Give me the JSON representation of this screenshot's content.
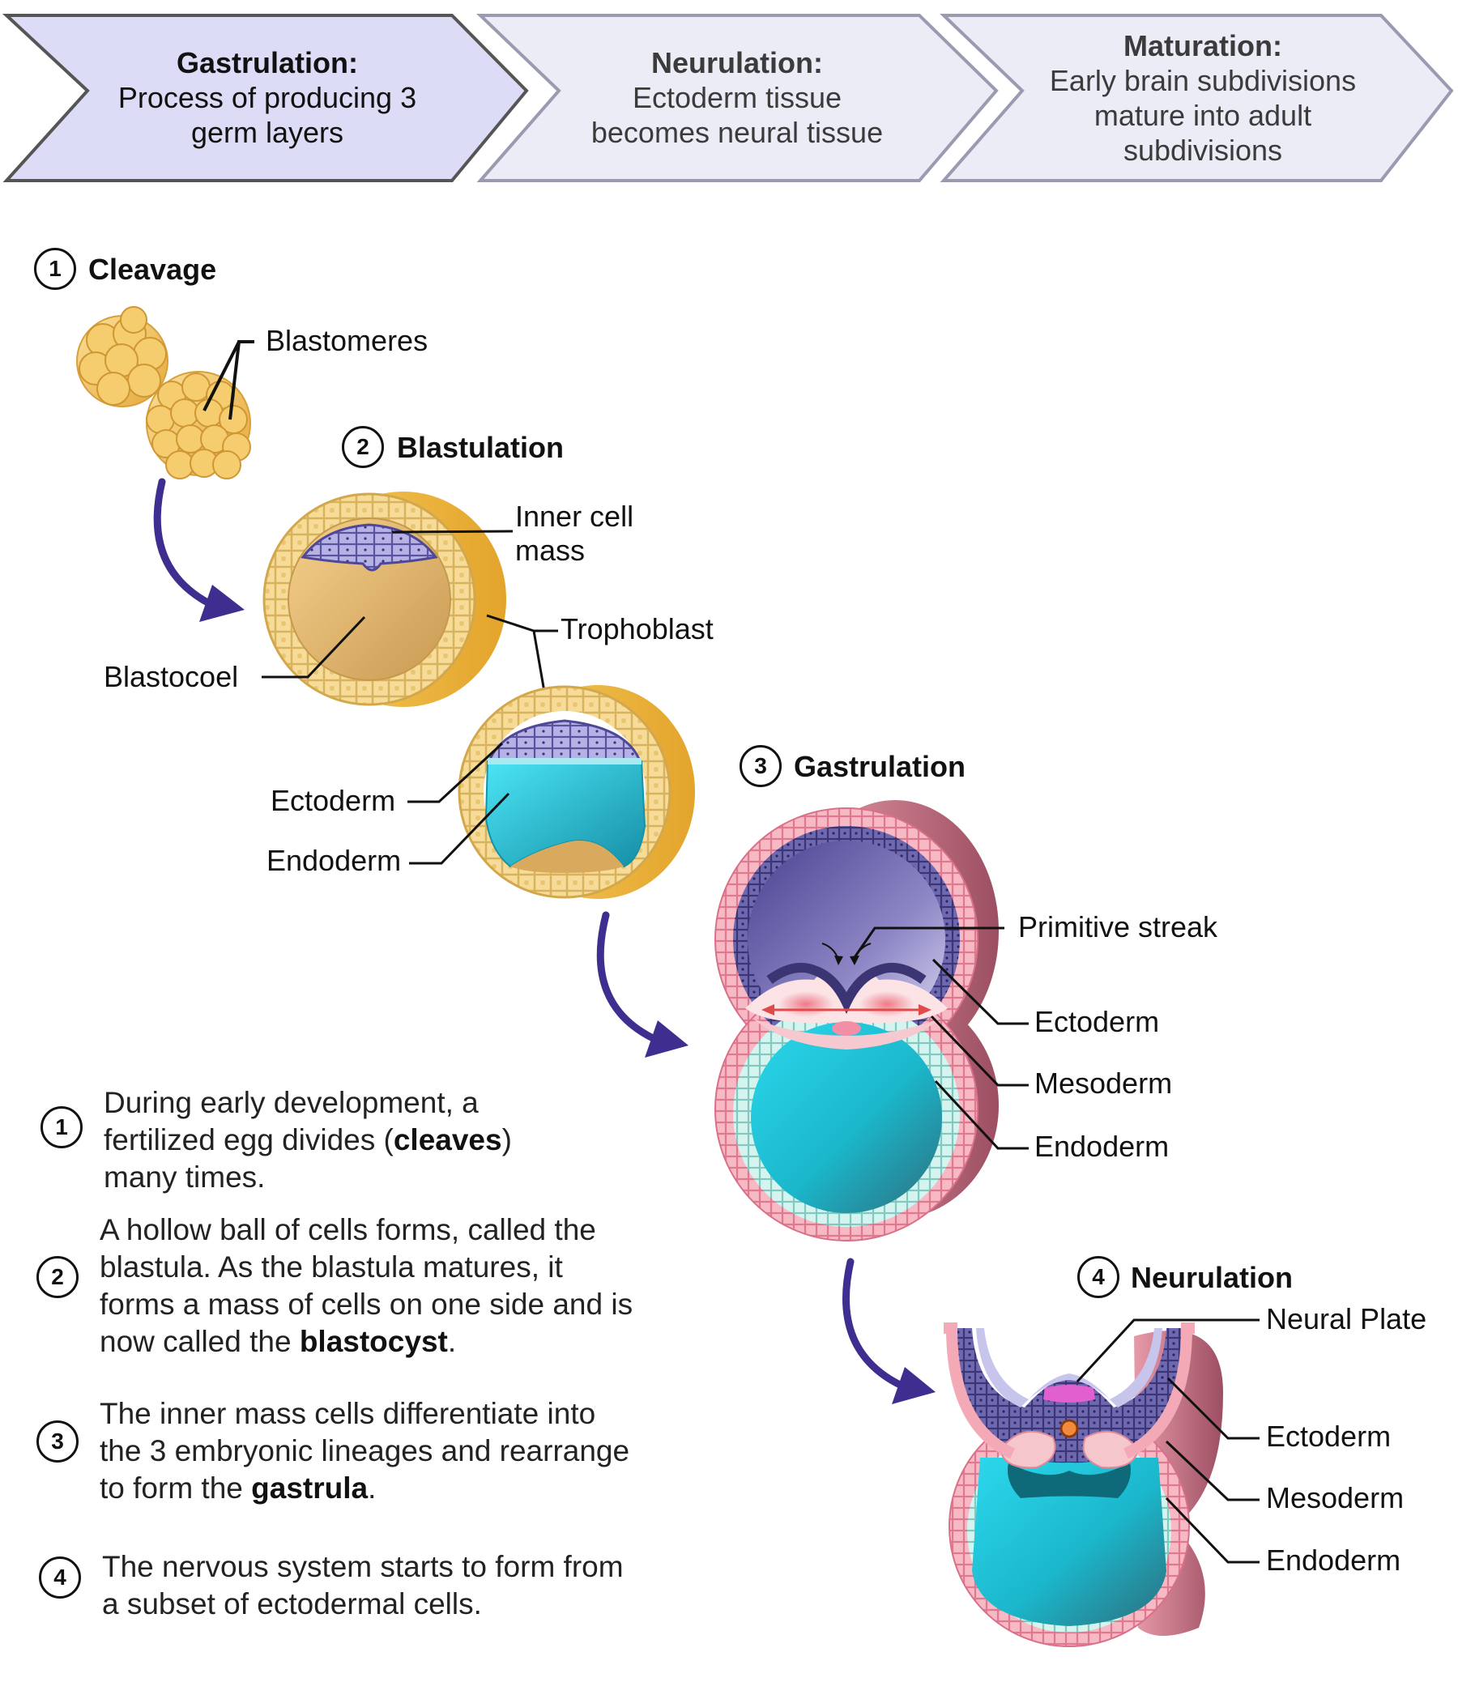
{
  "chevrons": [
    {
      "title": "Gastrulation:",
      "body": "Process of producing 3 germ layers",
      "lines": [
        "Process of producing 3",
        "germ layers"
      ],
      "fill": "#dcdcf6",
      "active": true
    },
    {
      "title": "Neurulation:",
      "body": "Ectoderm tissue becomes neural tissue",
      "lines": [
        "Ectoderm tissue",
        "becomes neural tissue"
      ],
      "fill": "#ececf7",
      "active": false
    },
    {
      "title": "Maturation:",
      "body": "Early brain subdivisions mature into adult subdivisions",
      "lines": [
        "Early brain subdivisions",
        "mature into adult",
        "subdivisions"
      ],
      "fill": "#ececf7",
      "active": false
    }
  ],
  "stages": [
    {
      "number": "1",
      "title": "Cleavage"
    },
    {
      "number": "2",
      "title": "Blastulation"
    },
    {
      "number": "3",
      "title": "Gastrulation"
    },
    {
      "number": "4",
      "title": "Neurulation"
    }
  ],
  "labels": {
    "blastomeres": "Blastomeres",
    "inner_cell_mass": [
      "Inner cell",
      "mass"
    ],
    "trophoblast": "Trophoblast",
    "blastocoel": "Blastocoel",
    "ectoderm": "Ectoderm",
    "endoderm": "Endoderm",
    "mesoderm": "Mesoderm",
    "primitive_streak": "Primitive streak",
    "neural_plate": "Neural Plate"
  },
  "steps": [
    {
      "number": "1",
      "lines": [
        [
          "During early development, a"
        ],
        [
          "fertilized egg divides (",
          {
            "b": "cleaves"
          },
          ")"
        ],
        [
          "many times."
        ]
      ]
    },
    {
      "number": "2",
      "lines": [
        [
          "A hollow ball of cells forms, called the"
        ],
        [
          "blastula. As the blastula matures, it"
        ],
        [
          "forms a mass of cells on one side and is"
        ],
        [
          "now called the ",
          {
            "b": "blastocyst"
          },
          "."
        ]
      ]
    },
    {
      "number": "3",
      "lines": [
        [
          "The inner mass cells differentiate into"
        ],
        [
          "the 3 embryonic lineages and rearrange"
        ],
        [
          "to form the ",
          {
            "b": "gastrula"
          },
          "."
        ]
      ]
    },
    {
      "number": "4",
      "lines": [
        [
          "The nervous system starts to form from"
        ],
        [
          "a subset of ectodermal cells."
        ]
      ]
    }
  ],
  "colors": {
    "arrow": "#3f2d8f",
    "morula": "#f2c159",
    "trophoblast_outer": "#e8b33e",
    "inner_mass": "#8f86d4",
    "endoderm_cyan": "#1ec8de",
    "mesoderm_pink": "#f28ea6",
    "ectoderm_purple": "#55508f"
  }
}
